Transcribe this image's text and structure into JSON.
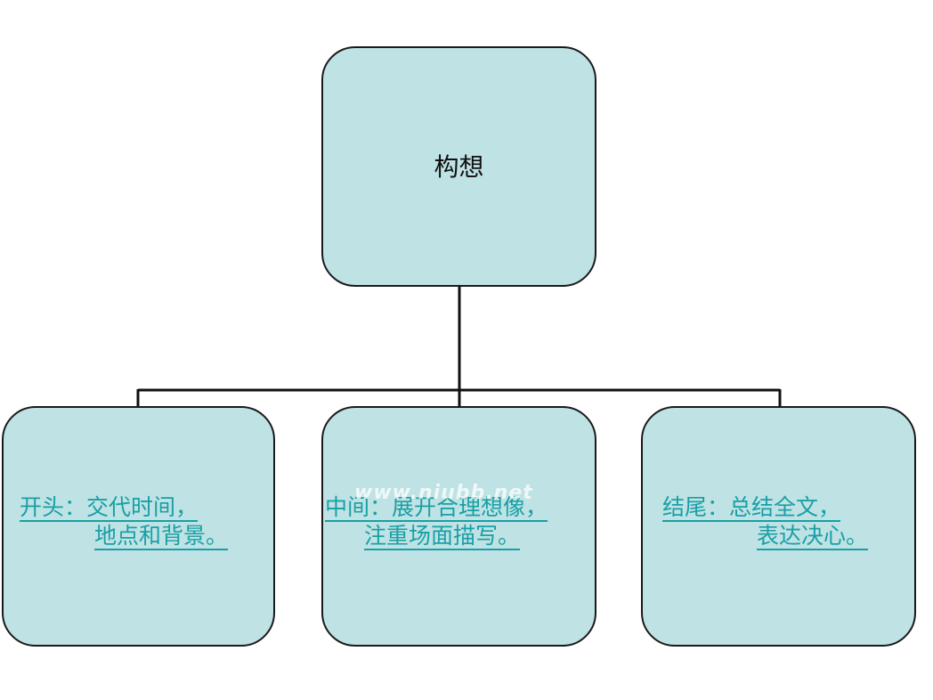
{
  "diagram": {
    "root": {
      "label": "构想"
    },
    "children": [
      {
        "line1": "开头：交代时间，",
        "line2": "地点和背景。"
      },
      {
        "line1": "中间：展开合理想像，",
        "line2": "注重场面描写。"
      },
      {
        "line1": "结尾：总结全文，",
        "line2": "表达决心。"
      }
    ]
  },
  "watermark": "www.niubb.net",
  "colors": {
    "node_fill": "#bfe2e4",
    "node_border": "#1a1a1a",
    "child_text": "#18a0a6",
    "root_text": "#111111",
    "connector": "#111111"
  }
}
